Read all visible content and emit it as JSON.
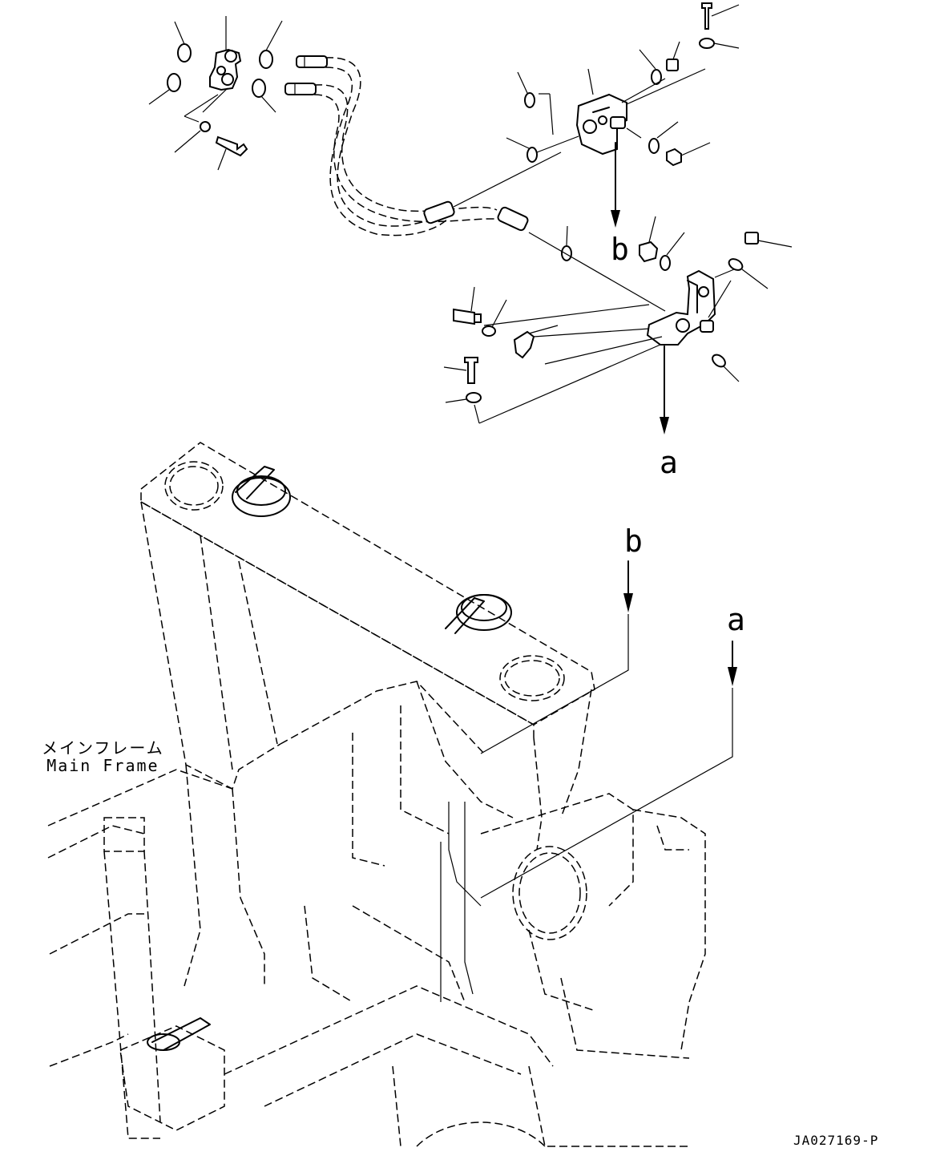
{
  "callouts": {
    "upper_bracket_arrow": "b",
    "lower_bracket_arrow": "a",
    "frame_arrow_b": "b",
    "frame_arrow_a": "a"
  },
  "main_frame": {
    "label_jp": "メインフレーム",
    "label_en": "Main Frame"
  },
  "drawing_id": "JA027169-P"
}
